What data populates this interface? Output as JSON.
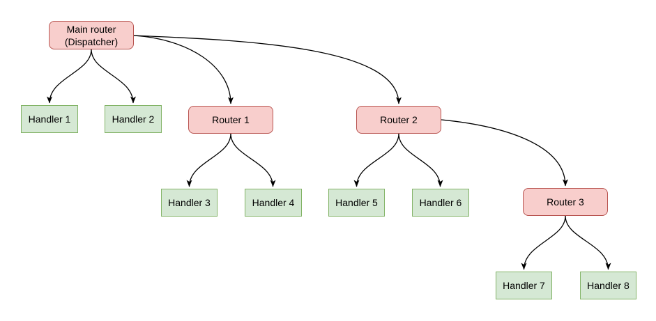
{
  "diagram": {
    "nodes": {
      "main_router": {
        "label": "Main router\n(Dispatcher)",
        "kind": "router"
      },
      "router_1": {
        "label": "Router 1",
        "kind": "router"
      },
      "router_2": {
        "label": "Router 2",
        "kind": "router"
      },
      "router_3": {
        "label": "Router 3",
        "kind": "router"
      },
      "handler_1": {
        "label": "Handler 1",
        "kind": "handler"
      },
      "handler_2": {
        "label": "Handler 2",
        "kind": "handler"
      },
      "handler_3": {
        "label": "Handler 3",
        "kind": "handler"
      },
      "handler_4": {
        "label": "Handler 4",
        "kind": "handler"
      },
      "handler_5": {
        "label": "Handler 5",
        "kind": "handler"
      },
      "handler_6": {
        "label": "Handler 6",
        "kind": "handler"
      },
      "handler_7": {
        "label": "Handler 7",
        "kind": "handler"
      },
      "handler_8": {
        "label": "Handler 8",
        "kind": "handler"
      }
    },
    "edges": [
      {
        "from": "main_router",
        "to": "handler_1"
      },
      {
        "from": "main_router",
        "to": "handler_2"
      },
      {
        "from": "main_router",
        "to": "router_1"
      },
      {
        "from": "main_router",
        "to": "router_2"
      },
      {
        "from": "router_1",
        "to": "handler_3"
      },
      {
        "from": "router_1",
        "to": "handler_4"
      },
      {
        "from": "router_2",
        "to": "handler_5"
      },
      {
        "from": "router_2",
        "to": "handler_6"
      },
      {
        "from": "router_2",
        "to": "router_3"
      },
      {
        "from": "router_3",
        "to": "handler_7"
      },
      {
        "from": "router_3",
        "to": "handler_8"
      }
    ],
    "colors": {
      "router_fill": "#f8cecc",
      "router_border": "#b85450",
      "handler_fill": "#d5e8d4",
      "handler_border": "#82b366",
      "edge": "#000000",
      "background": "#ffffff"
    }
  }
}
